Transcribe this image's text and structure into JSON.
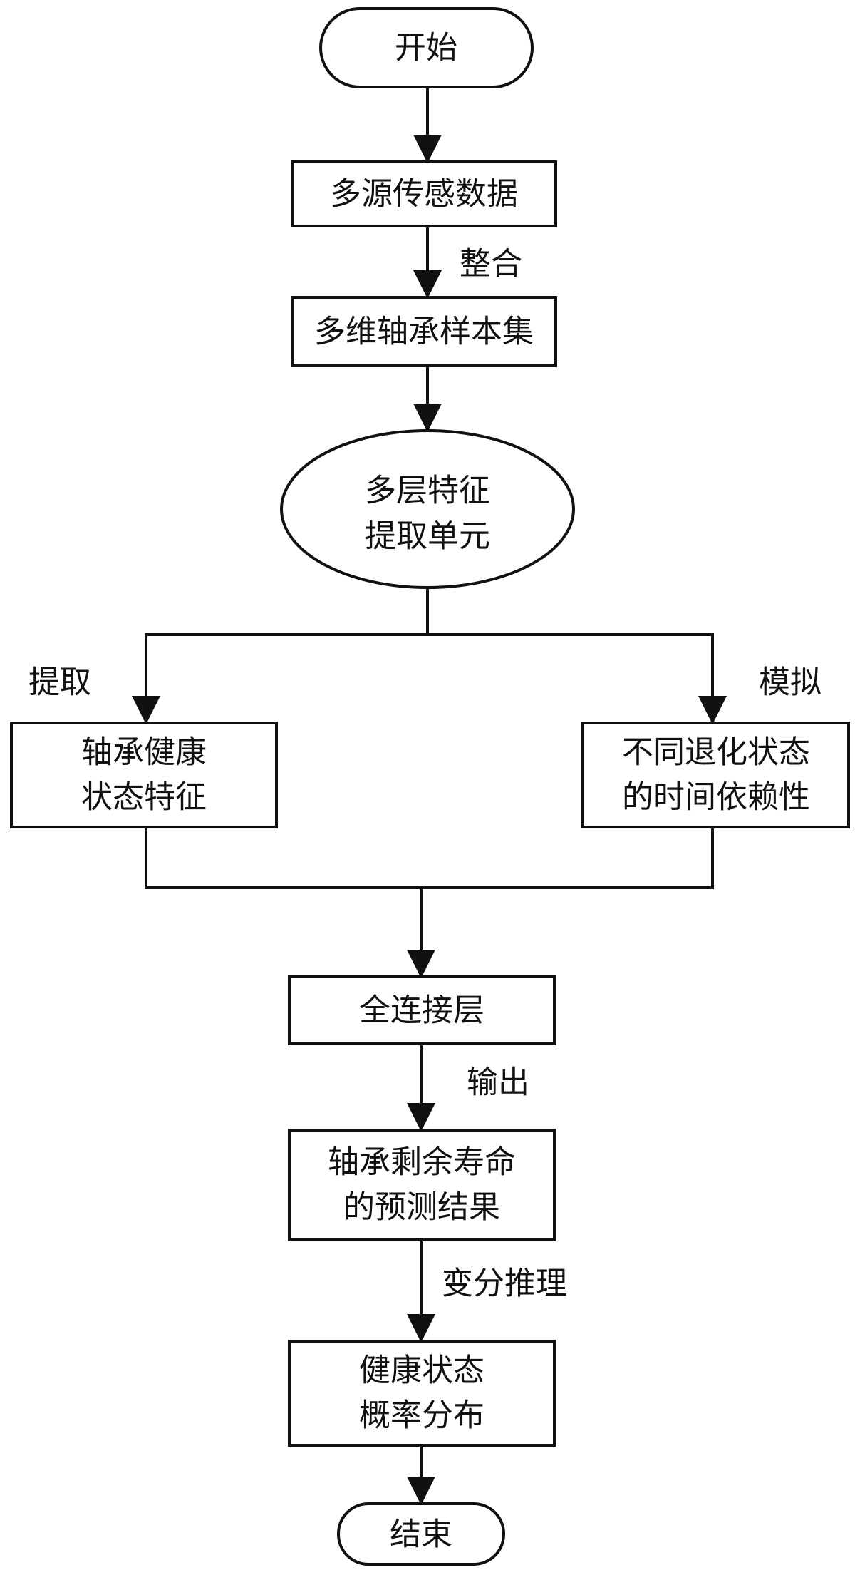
{
  "nodes": {
    "start": "开始",
    "multi_source_data": "多源传感数据",
    "multi_dim_sample_set": "多维轴承样本集",
    "feature_extraction_unit": [
      "多层特征",
      "提取单元"
    ],
    "bearing_health_features": [
      "轴承健康",
      "状态特征"
    ],
    "degradation_time_dependency": [
      "不同退化状态",
      "的时间依赖性"
    ],
    "fully_connected_layer": "全连接层",
    "rul_prediction_result": [
      "轴承剩余寿命",
      "的预测结果"
    ],
    "health_state_probability": [
      "健康状态",
      "概率分布"
    ],
    "end": "结束"
  },
  "edges": {
    "integrate": "整合",
    "extract": "提取",
    "simulate": "模拟",
    "output": "输出",
    "variational_inference": "变分推理"
  }
}
